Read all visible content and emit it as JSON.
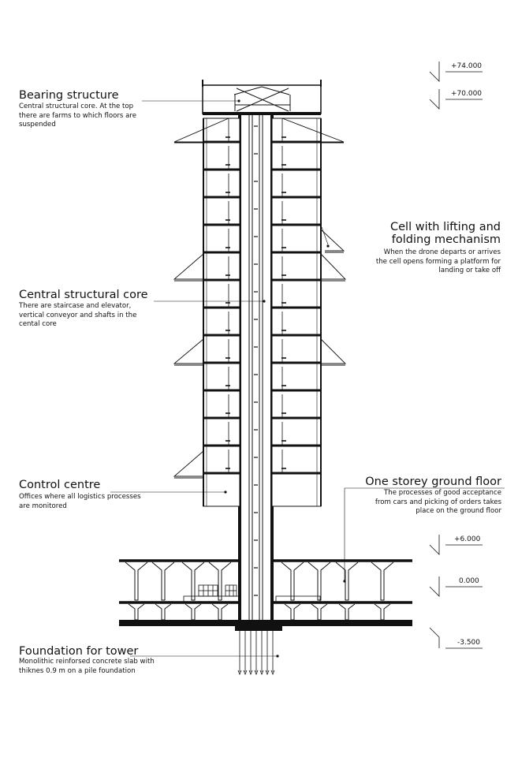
{
  "annotations": {
    "bearing": {
      "title": "Bearing structure",
      "desc": "Central structural core. At the top\nthere are farms to which floors are\nsuspended"
    },
    "cell": {
      "title1": "Cell with lifting and",
      "title2": "folding mechanism",
      "desc": "When the drone departs or arrives\nthe cell opens forming a platform for\nlanding or take off"
    },
    "core": {
      "title": "Central structural core",
      "desc": "There are staircase and elevator,\nvertical conveyor and shafts in the\ncental core"
    },
    "control": {
      "title": "Control centre",
      "desc": "Offices where all logistics processes\nare monitored"
    },
    "ground": {
      "title": "One storey ground floor",
      "desc": "The processes of good acceptance\nfrom cars and picking of orders takes\nplace on the ground floor"
    },
    "foundation": {
      "title": "Foundation for tower",
      "desc": "Monolithic reinforsed concrete slab with\nthiknes 0.9 m on a pile foundation"
    }
  },
  "levels": {
    "l74": "+74.000",
    "l70": "+70.000",
    "l6": "+6.000",
    "l0": "0.000",
    "lm35": "-3.500"
  },
  "colors": {
    "line": "#111111",
    "glass": "#f4f4f4"
  }
}
